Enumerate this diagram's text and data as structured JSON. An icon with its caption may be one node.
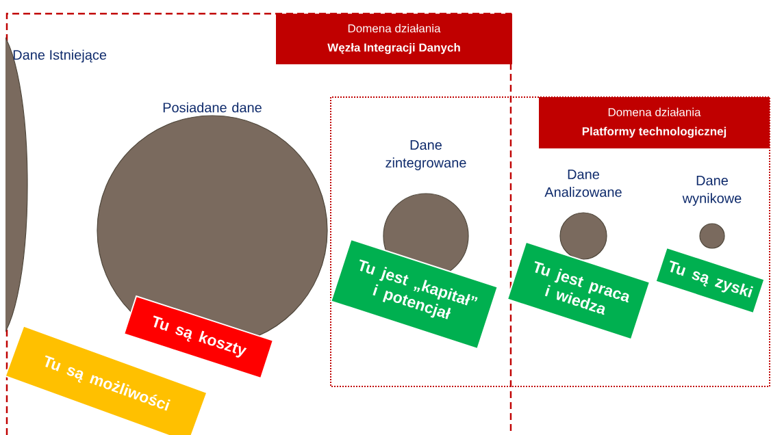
{
  "diagram": {
    "nodes": [
      {
        "text": [
          "Domena działania",
          "Węzła Integracji Danych"
        ]
      },
      {
        "text": [
          "Domena działania",
          "Platformy technologicznej"
        ]
      },
      {
        "text": [
          "Dane Istniejące"
        ]
      },
      {
        "text": [
          "Posiadane dane"
        ]
      },
      {
        "text": [
          "Dane zintegrowane"
        ]
      },
      {
        "text": [
          "Dane Analizowane"
        ]
      },
      {
        "text": [
          "Dane wynikowe"
        ]
      },
      {
        "text": [
          "Tu są możliwości"
        ]
      },
      {
        "text": [
          "Tu są koszty"
        ]
      },
      {
        "text": [
          "Tu jest „kapitał” i potencjał"
        ]
      },
      {
        "text": [
          "Tu jest praca i wiedza"
        ]
      },
      {
        "text": [
          "Tu są zyski"
        ]
      }
    ]
  }
}
